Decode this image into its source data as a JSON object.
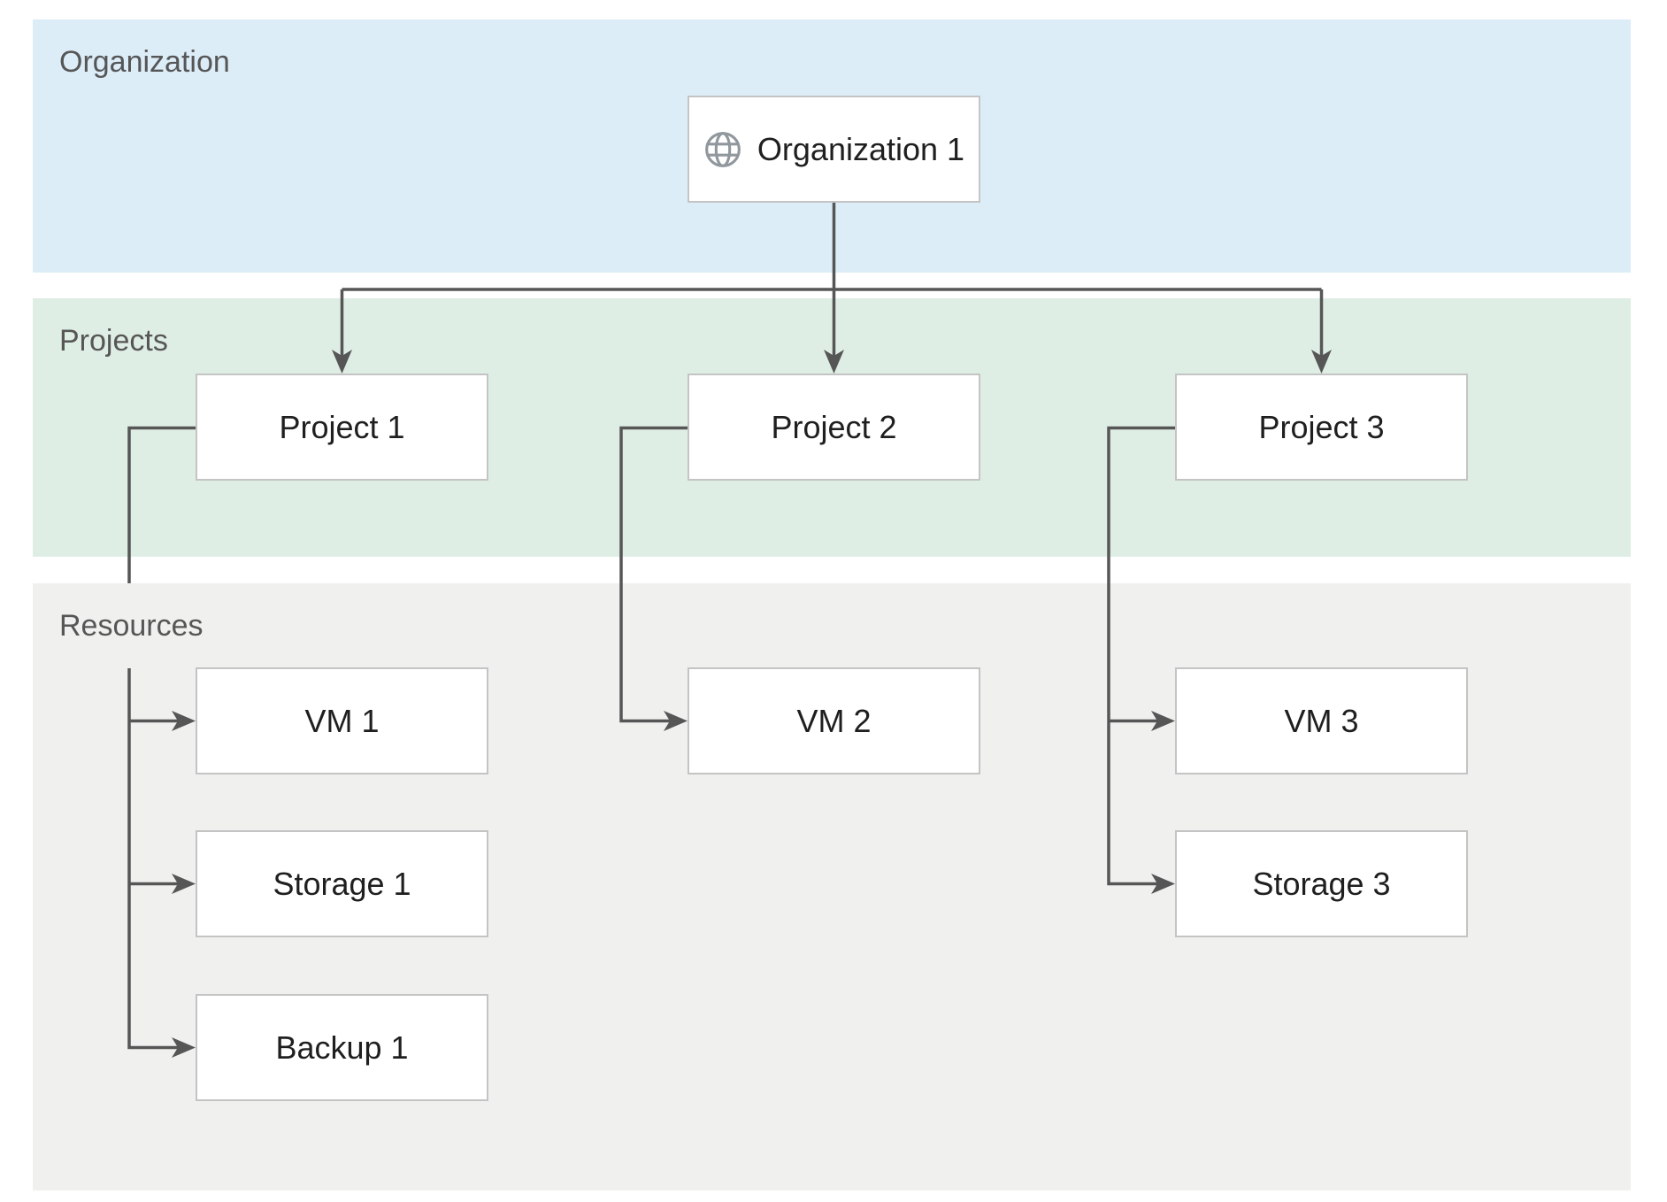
{
  "diagram": {
    "type": "swimlane-hierarchy",
    "bands": [
      {
        "id": "organization",
        "label": "Organization"
      },
      {
        "id": "projects",
        "label": "Projects"
      },
      {
        "id": "resources",
        "label": "Resources"
      }
    ],
    "nodes": {
      "organization1": {
        "label": "Organization 1",
        "band": "organization",
        "icon": "globe-icon"
      },
      "project1": {
        "label": "Project 1",
        "band": "projects"
      },
      "project2": {
        "label": "Project 2",
        "band": "projects"
      },
      "project3": {
        "label": "Project 3",
        "band": "projects"
      },
      "vm1": {
        "label": "VM 1",
        "band": "resources"
      },
      "storage1": {
        "label": "Storage 1",
        "band": "resources"
      },
      "backup1": {
        "label": "Backup 1",
        "band": "resources"
      },
      "vm2": {
        "label": "VM 2",
        "band": "resources"
      },
      "vm3": {
        "label": "VM 3",
        "band": "resources"
      },
      "storage3": {
        "label": "Storage 3",
        "band": "resources"
      }
    },
    "edges": [
      {
        "from": "organization1",
        "to": "project1"
      },
      {
        "from": "organization1",
        "to": "project2"
      },
      {
        "from": "organization1",
        "to": "project3"
      },
      {
        "from": "project1",
        "to": "vm1"
      },
      {
        "from": "project1",
        "to": "storage1"
      },
      {
        "from": "project1",
        "to": "backup1"
      },
      {
        "from": "project2",
        "to": "vm2"
      },
      {
        "from": "project3",
        "to": "vm3"
      },
      {
        "from": "project3",
        "to": "storage3"
      }
    ],
    "colors": {
      "canvas_bg": "#ffffff",
      "band_organization_fill": "#dcedf8",
      "band_projects_fill": "#dfeee5",
      "band_resources_fill": "#f0f0ef",
      "band_label_text": "#565656",
      "node_fill": "#ffffff",
      "node_border": "#c4c4c4",
      "node_label_text": "#1f1f1f",
      "connector": "#565656",
      "globe_icon": "#90979d"
    }
  }
}
